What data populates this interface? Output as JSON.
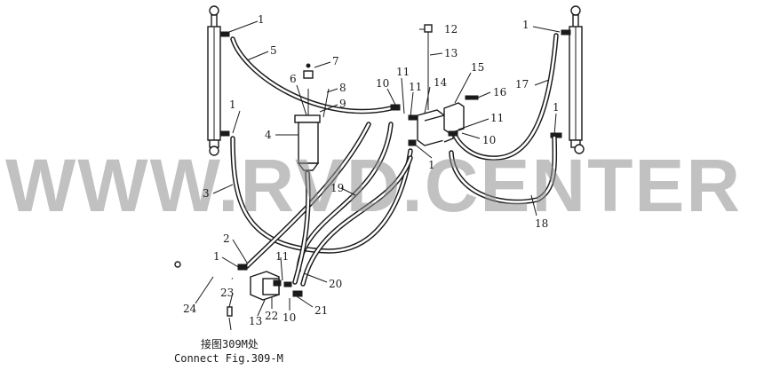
{
  "watermark": "WWW.RVD.CENTER",
  "note": {
    "line1": "接图309M处",
    "line2": "Connect Fig.309-M"
  },
  "callouts": {
    "c1a": "1",
    "c1b": "1",
    "c1c": "1",
    "c1d": "1",
    "c1e": "1",
    "c1f": "1",
    "c2": "2",
    "c3": "3",
    "c4": "4",
    "c5": "5",
    "c6": "6",
    "c7": "7",
    "c8": "8",
    "c9": "9",
    "c10a": "10",
    "c10b": "10",
    "c10c": "10",
    "c11a": "11",
    "c11b": "11",
    "c11c": "11",
    "c11d": "11",
    "c12": "12",
    "c13a": "13",
    "c13b": "13",
    "c14": "14",
    "c15": "15",
    "c16": "16",
    "c17": "17",
    "c18": "18",
    "c19": "19",
    "c20": "20",
    "c21": "21",
    "c22": "22",
    "c23": "23",
    "c24": "24"
  }
}
